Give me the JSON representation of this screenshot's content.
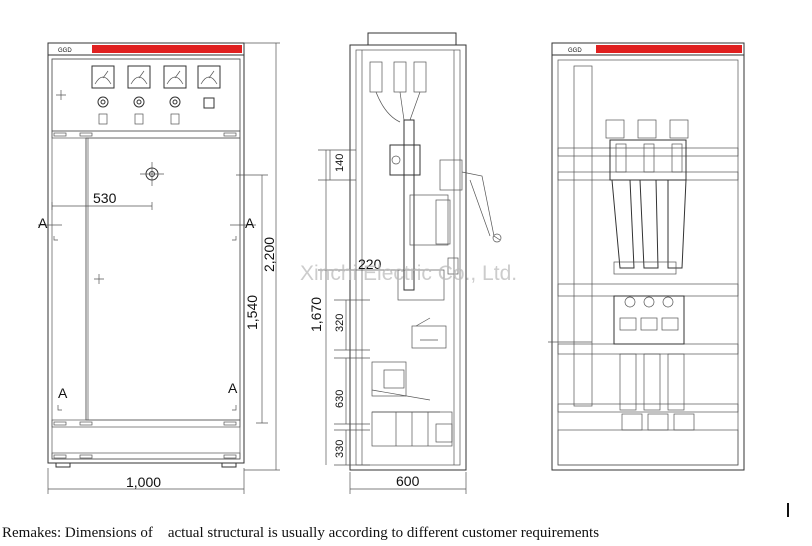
{
  "front_view": {
    "label_ggd": "GGD",
    "dim_width": "1,000",
    "dim_height_total": "2,200",
    "dim_door_height": "1,540",
    "dim_lock_offset": "530",
    "section_marks": [
      "A",
      "A",
      "A",
      "A"
    ]
  },
  "side_view": {
    "dim_depth": "600",
    "dim_height": "1,670",
    "dim_140": "140",
    "dim_220": "220",
    "dim_320": "320",
    "dim_630": "630",
    "dim_330": "330"
  },
  "rear_view": {
    "label_ggd": "GGD"
  },
  "watermark": "Xinchi Electric Co., Ltd.",
  "caption": "Remakes: Dimensions of    actual structural is usually according to different customer requirements",
  "colors": {
    "red_band": "#e02020",
    "line": "#333333"
  }
}
